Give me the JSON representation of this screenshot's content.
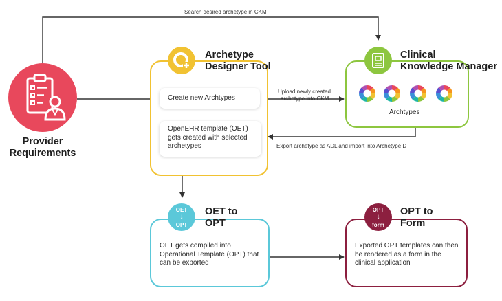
{
  "provider": {
    "line1": "Provider",
    "line2": "Requirements"
  },
  "designer": {
    "title_line1": "Archetype",
    "title_line2": "Designer Tool",
    "card1": "Create new Archtypes",
    "card2": "OpenEHR template (OET) gets created with selected archetypes"
  },
  "ckm": {
    "title_line1": "Clinical",
    "title_line2": "Knowledge Manager",
    "caption": "Archtypes"
  },
  "oet": {
    "title_line1": "OET to",
    "title_line2": "OPT",
    "badge_top": "OET",
    "badge_bottom": "OPT",
    "text": "OET gets compiled into Operational Template (OPT) that can be exported"
  },
  "form": {
    "title_line1": "OPT to",
    "title_line2": "Form",
    "badge_top": "OPT",
    "badge_bottom": "form",
    "text": "Exported OPT templates can then be rendered as a form in the clinical application"
  },
  "arrows": {
    "search": "Search desired archetype in CKM",
    "upload_line1": "Upload newly created",
    "upload_line2": "archetype into CKM",
    "export": "Export archetype as ADL and import into Archetype DT"
  },
  "colors": {
    "red": "#e8485c",
    "yellow": "#f1c232",
    "green": "#8dc63f",
    "cyan": "#5bc8d9",
    "maroon": "#8c1f3f"
  },
  "icons": {
    "provider": "clipboard-doctor-icon",
    "designer": "designer-tool-icon",
    "ckm": "knowledge-manager-icon",
    "archetype": "archetype-wheel-icon"
  }
}
